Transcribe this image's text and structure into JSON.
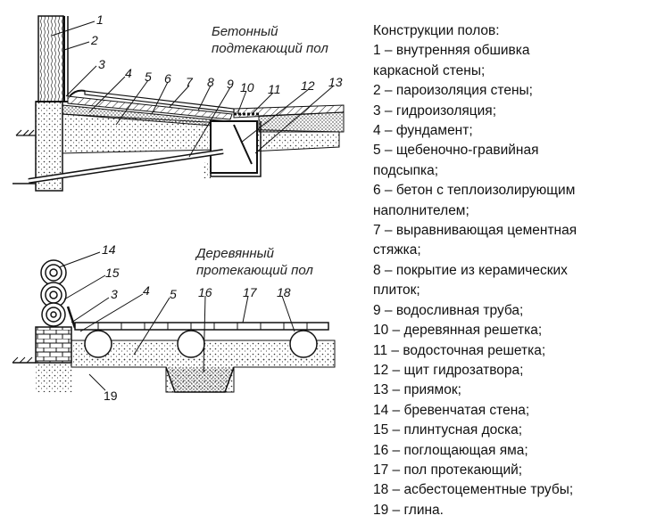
{
  "diagram": {
    "caption_concrete": [
      "Бетонный",
      "подтекающий пол"
    ],
    "caption_wood": [
      "Деревянный",
      "протекающий пол"
    ],
    "callouts_top": [
      "1",
      "2",
      "3",
      "4",
      "5",
      "6",
      "7",
      "8",
      "9",
      "10",
      "11",
      "12",
      "13"
    ],
    "callouts_bottom": [
      "14",
      "15",
      "3",
      "4",
      "5",
      "16",
      "17",
      "18",
      "19"
    ]
  },
  "legend": {
    "title": "Конструкции полов:",
    "lines": [
      "1 – внутренняя обшивка",
      "каркасной стены;",
      "2 – пароизоляция стены;",
      "3 – гидроизоляция;",
      "4 – фундамент;",
      "5 – щебеночно-гравийная",
      "подсыпка;",
      "6 – бетон с теплоизолирующим",
      "наполнителем;",
      "7 – выравнивающая цементная",
      "стяжка;",
      "8 – покрытие из керамических",
      "плиток;",
      "9 – водосливная труба;",
      "10 – деревянная решетка;",
      "11 – водосточная решетка;",
      "12 – щит гидрозатвора;",
      "13 – приямок;",
      "14 – бревенчатая стена;",
      "15 – плинтусная доска;",
      "16 – поглощающая яма;",
      "17 – пол протекающий;",
      "18 – асбестоцементные трубы;",
      "19 – глина."
    ]
  }
}
